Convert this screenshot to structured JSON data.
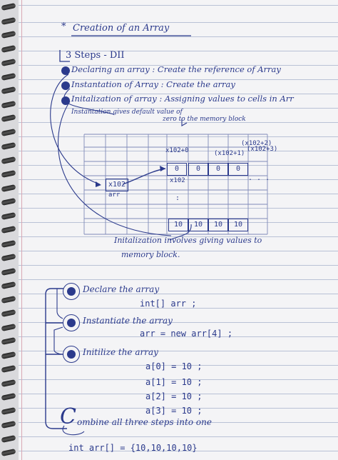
{
  "title": "Creation of an Array",
  "steps_heading": "3 Steps - DII",
  "steps": [
    "Declaring an array : Create the reference of Array",
    "Instantation of Array : Create the array",
    "Initalization of array : Assigning values to cells in Arr"
  ],
  "notes": {
    "instantiation_note": "Instantation gives default value of",
    "zero_note": "zero to the memory block",
    "init_note_line1": "Initalization involves giving values to",
    "init_note_line2": "memory block."
  },
  "diagram": {
    "ref_value": "x102",
    "ref_label": "arr",
    "addr_base": "x102+0",
    "addr_1": "(x102+1)",
    "addr_2": "(x102+2)",
    "addr_3": "(x102+3)",
    "under_label": "x102",
    "zero_cells": [
      "0",
      "0",
      "0",
      "0"
    ],
    "ten_cells": [
      "10",
      "10",
      "10",
      "10"
    ],
    "dots": ". . .",
    "colon_dot": ":"
  },
  "code_steps": [
    {
      "label": "Declare the array",
      "code": "int[] arr ;"
    },
    {
      "label": "Instantiate the array",
      "code": "arr = new arr[4] ;"
    },
    {
      "label": "Initilize the array",
      "code": ""
    }
  ],
  "assignments": [
    "a[0] = 10 ;",
    "a[1] = 10 ;",
    "a[2] = 10 ;",
    "a[3] = 10 ;"
  ],
  "combine": {
    "big_letter": "C",
    "text": "ombine all three steps into one",
    "code": "int arr[] = {10,10,10,10}"
  },
  "colors": {
    "ink": "#2b3a8c",
    "ruling": "#b9c2d6",
    "paper": "#f4f4f6"
  }
}
